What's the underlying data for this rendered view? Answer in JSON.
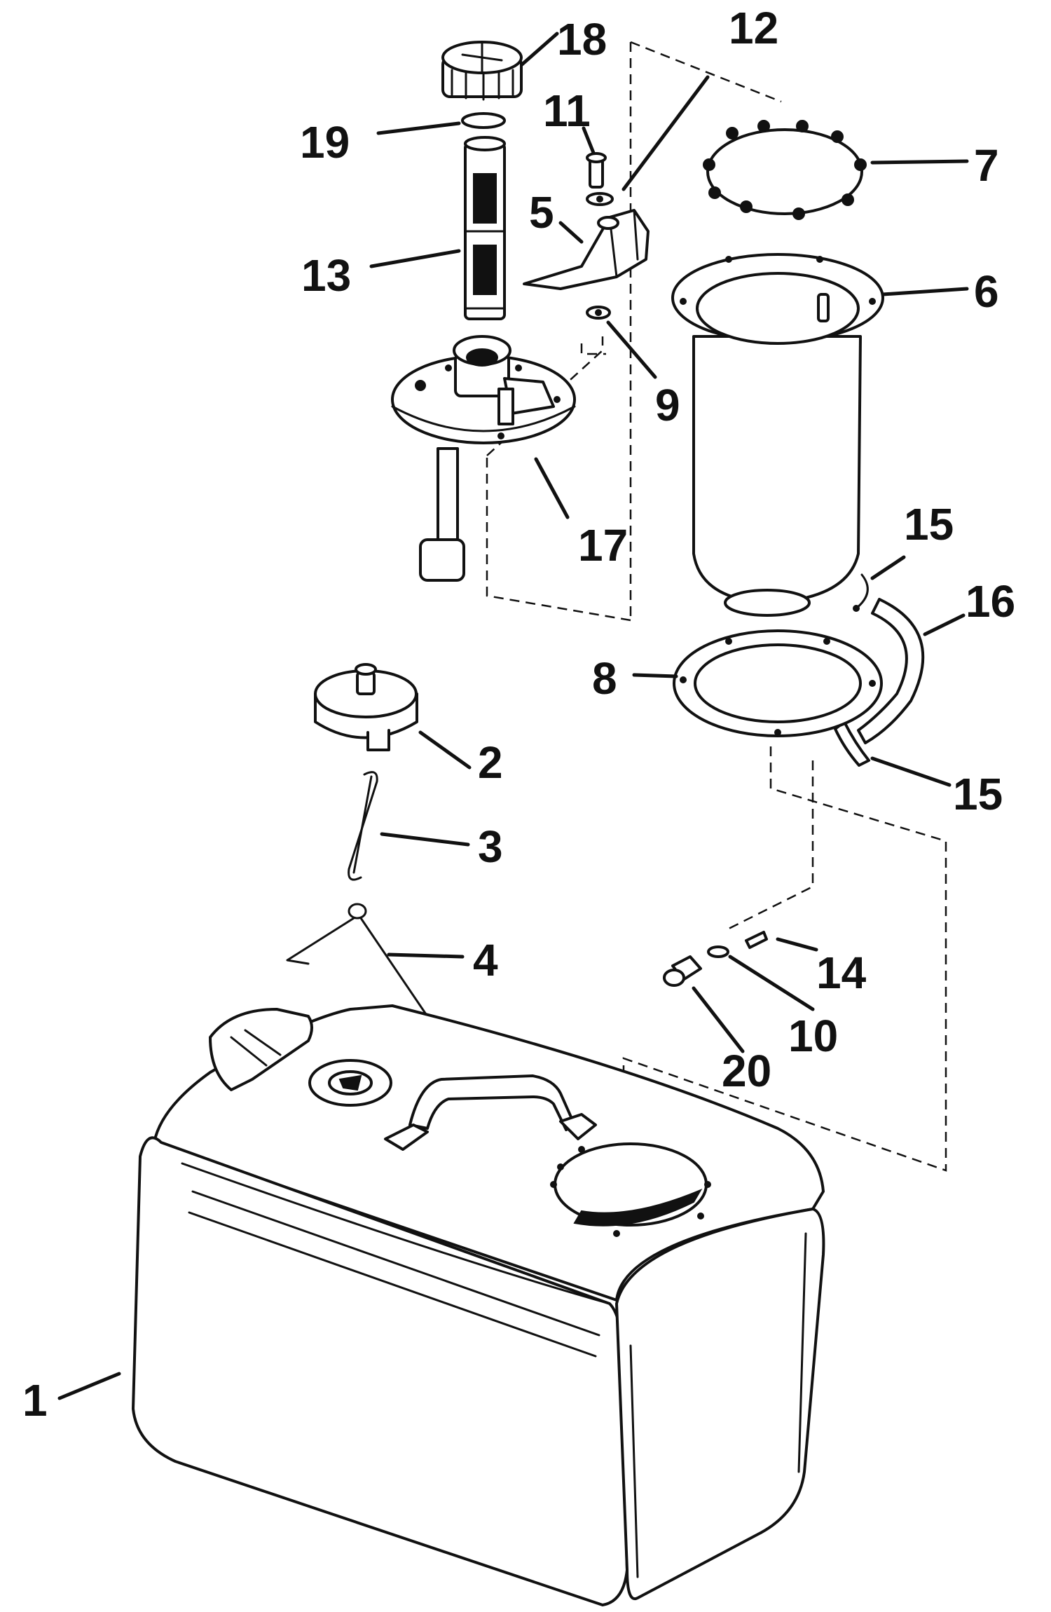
{
  "callouts": [
    {
      "id": "1",
      "text": "1"
    },
    {
      "id": "2",
      "text": "2"
    },
    {
      "id": "3",
      "text": "3"
    },
    {
      "id": "4",
      "text": "4"
    },
    {
      "id": "5",
      "text": "5"
    },
    {
      "id": "6",
      "text": "6"
    },
    {
      "id": "7",
      "text": "7"
    },
    {
      "id": "8",
      "text": "8"
    },
    {
      "id": "9",
      "text": "9"
    },
    {
      "id": "10",
      "text": "10"
    },
    {
      "id": "11",
      "text": "11"
    },
    {
      "id": "12",
      "text": "12"
    },
    {
      "id": "13",
      "text": "13"
    },
    {
      "id": "14",
      "text": "14"
    },
    {
      "id": "15a",
      "text": "15"
    },
    {
      "id": "15b",
      "text": "15"
    },
    {
      "id": "16",
      "text": "16"
    },
    {
      "id": "17",
      "text": "17"
    },
    {
      "id": "18",
      "text": "18"
    },
    {
      "id": "19",
      "text": "19"
    },
    {
      "id": "20",
      "text": "20"
    }
  ],
  "colors": {
    "ink": "#111111",
    "paper": "#ffffff"
  }
}
